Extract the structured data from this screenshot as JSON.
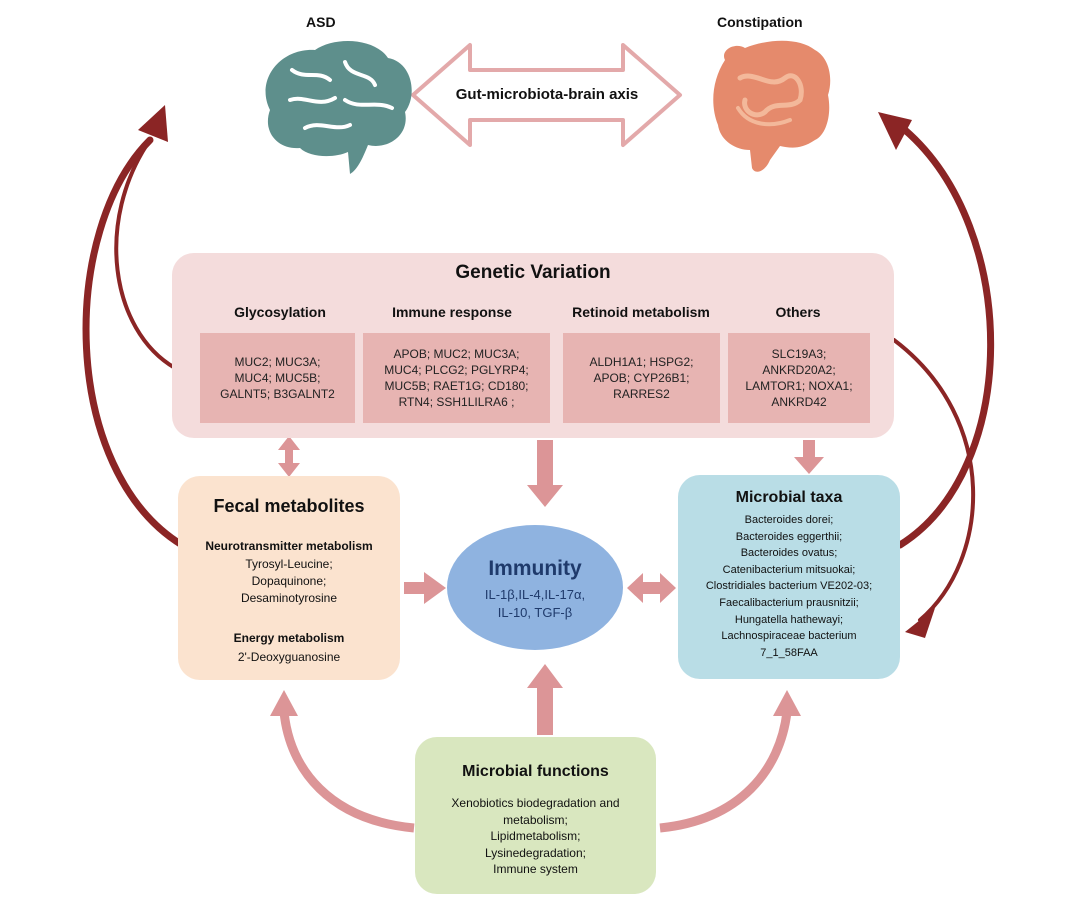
{
  "top": {
    "left_label": "ASD",
    "right_label": "Constipation",
    "axis_label": "Gut-microbiota-brain axis"
  },
  "genetic_variation": {
    "title": "Genetic Variation",
    "columns": [
      {
        "heading": "Glycosylation",
        "lines": [
          "MUC2; MUC3A;",
          "MUC4; MUC5B;",
          "GALNT5; B3GALNT2"
        ]
      },
      {
        "heading": "Immune response",
        "lines": [
          "APOB; MUC2; MUC3A;",
          "MUC4; PLCG2; PGLYRP4;",
          "MUC5B; RAET1G; CD180;",
          "RTN4; SSH1LILRA6 ;"
        ]
      },
      {
        "heading": "Retinoid metabolism",
        "lines": [
          "ALDH1A1; HSPG2;",
          "APOB; CYP26B1;",
          "RARRES2"
        ]
      },
      {
        "heading": "Others",
        "lines": [
          "SLC19A3;",
          "ANKRD20A2;",
          "LAMTOR1; NOXA1;",
          "ANKRD42"
        ]
      }
    ]
  },
  "fecal_metabolites": {
    "title": "Fecal metabolites",
    "group1_heading": "Neurotransmitter metabolism",
    "group1_items": [
      "Tyrosyl-Leucine;",
      "Dopaquinone;",
      "Desaminotyrosine"
    ],
    "group2_heading": "Energy metabolism",
    "group2_items": [
      "2'-Deoxyguanosine"
    ]
  },
  "immunity": {
    "title": "Immunity",
    "lines": [
      "IL-1β,IL-4,IL-17α,",
      "IL-10, TGF-β"
    ]
  },
  "microbial_taxa": {
    "title": "Microbial taxa",
    "items": [
      "Bacteroides dorei;",
      "Bacteroides eggerthii;",
      "Bacteroides ovatus;",
      "Catenibacterium mitsuokai;",
      "Clostridiales bacterium VE202-03;",
      "Faecalibacterium prausnitzii;",
      "Hungatella hathewayi;",
      "Lachnospiraceae bacterium",
      "7_1_58FAA"
    ]
  },
  "microbial_functions": {
    "title": "Microbial functions",
    "items": [
      "Xenobiotics biodegradation and",
      "metabolism;",
      "Lipidmetabolism;",
      "Lysinedegradation;",
      "Immune system"
    ]
  },
  "colors": {
    "arrow_dark": "#8b2525",
    "arrow_light": "#dc9597",
    "brain": "#5e8f8c",
    "gut": "#e58a6c"
  }
}
